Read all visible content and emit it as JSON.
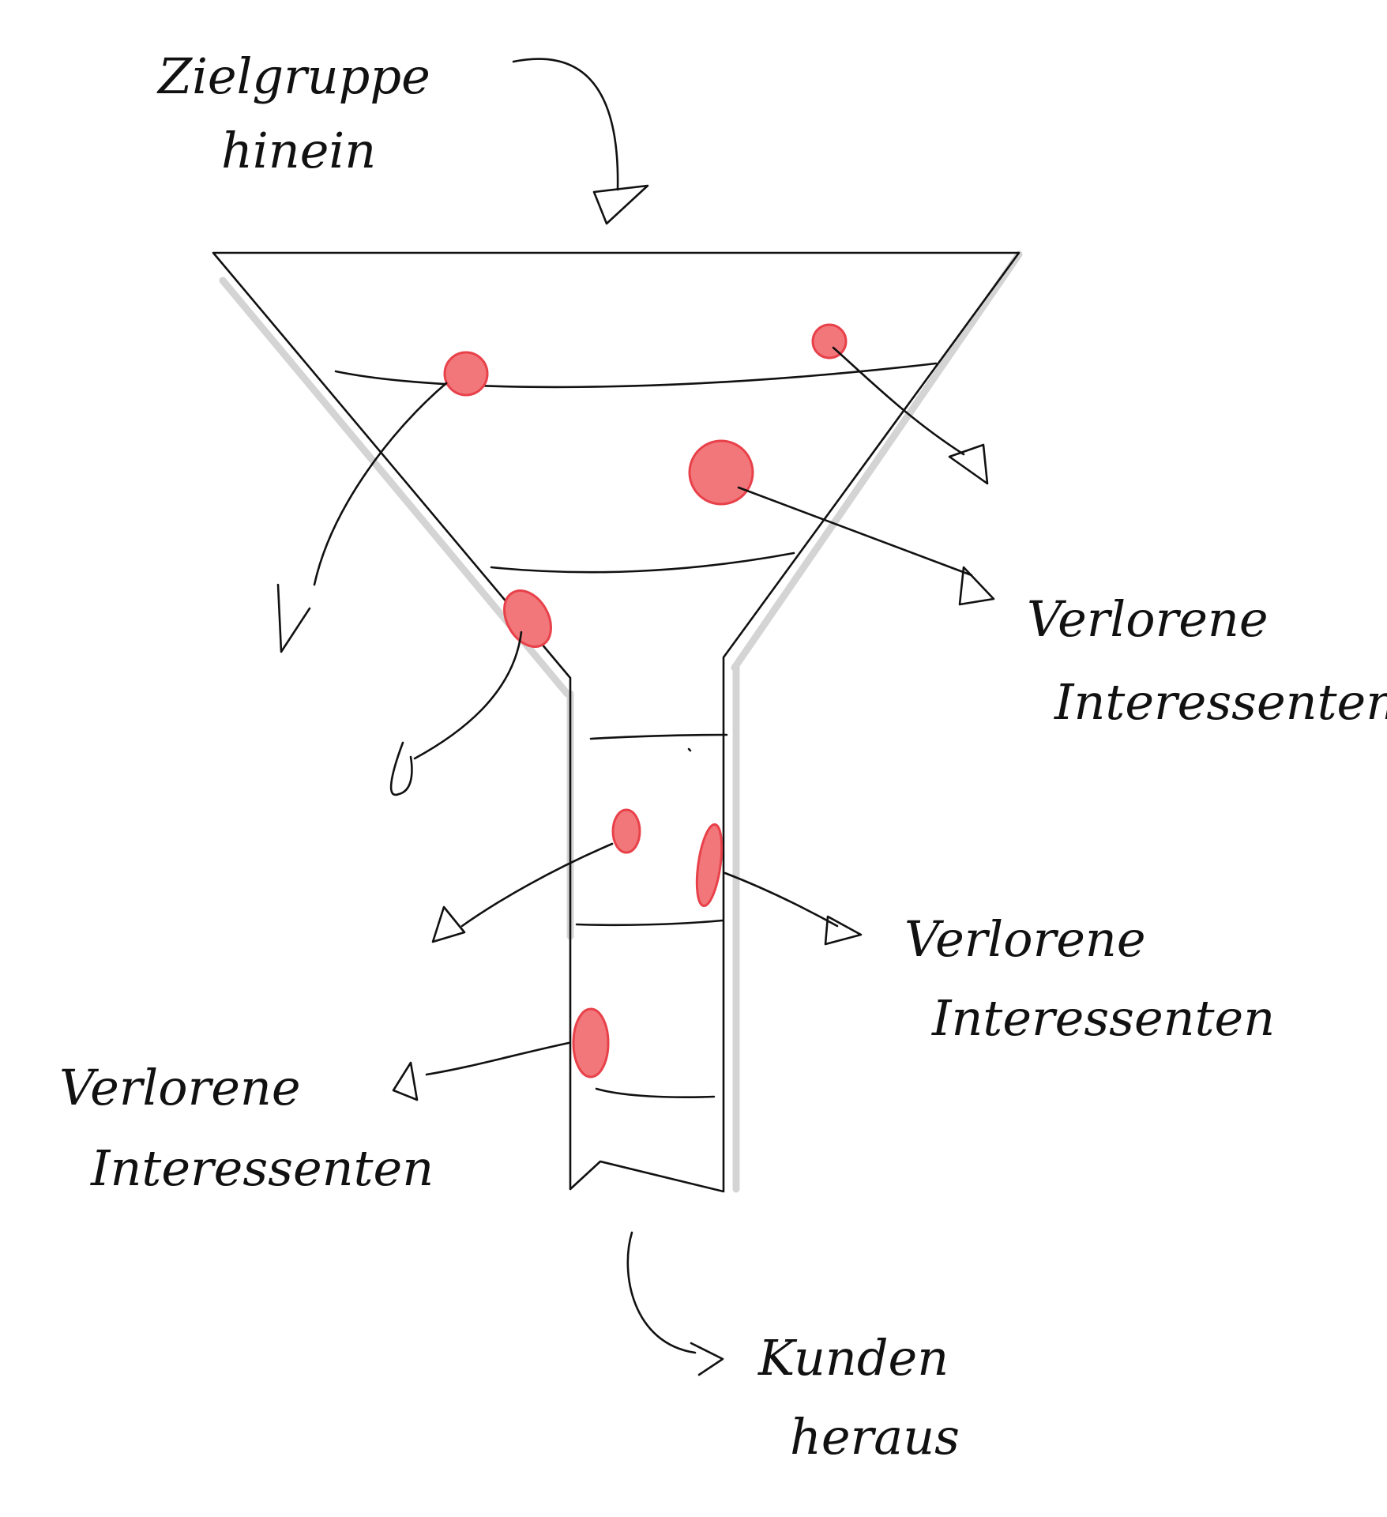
{
  "diagram": {
    "type": "funnel-sketch",
    "colors": {
      "ink": "#111111",
      "dot_fill": "#f2777b",
      "dot_stroke": "#e8414a",
      "shadow": "#d4d4d4"
    },
    "labels": {
      "top_line1": "Zielgruppe",
      "top_line2": "hinein",
      "right_upper_line1": "Verlorene",
      "right_upper_line2": "Interessenten",
      "right_lower_line1": "Verlorene",
      "right_lower_line2": "Interessenten",
      "left_lower_line1": "Verlorene",
      "left_lower_line2": "Interessenten",
      "bottom_line1": "Kunden",
      "bottom_line2": "heraus"
    }
  }
}
